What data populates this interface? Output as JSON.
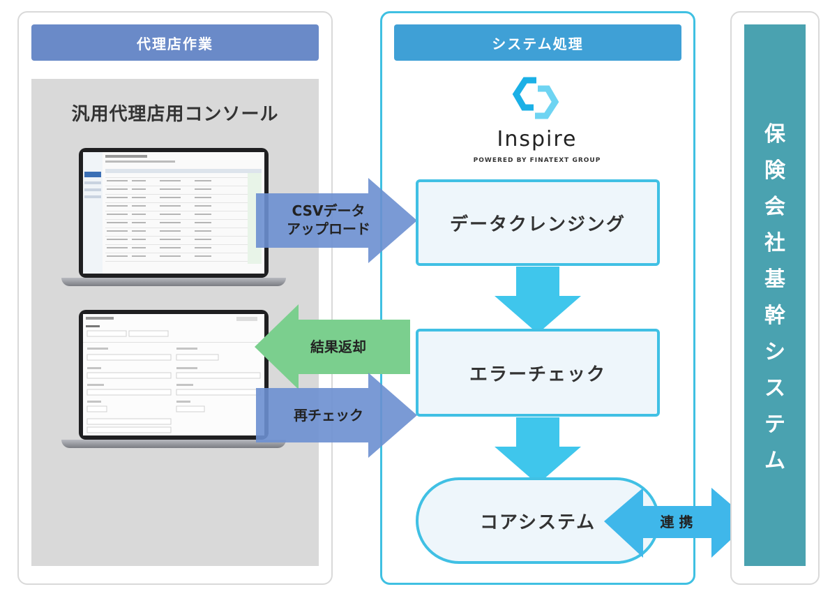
{
  "columns": {
    "agency": {
      "header": "代理店作業",
      "header_color": "#6a8ac8"
    },
    "system": {
      "header": "システム処理",
      "header_color": "#3fa0d6"
    },
    "insurer": {
      "label": "保険会社基幹システム",
      "color": "#4aa2b0"
    }
  },
  "console": {
    "title": "汎用代理店用コンソール"
  },
  "brand": {
    "name": "Inspire",
    "tagline": "POWERED BY FINATEXT GROUP"
  },
  "steps": [
    {
      "label": "データクレンジング"
    },
    {
      "label": "エラーチェック"
    },
    {
      "label": "コアシステム"
    }
  ],
  "arrows": {
    "upload_line1": "CSVデータ",
    "upload_line2": "アップロード",
    "result": "結果返却",
    "recheck": "再チェック",
    "link": "連 携"
  },
  "colors": {
    "step_border": "#40c0e4",
    "blue_arrow": "#6b8fd0",
    "green_arrow": "#7bcf8e",
    "cyan_arrow": "#3fc6ec"
  }
}
